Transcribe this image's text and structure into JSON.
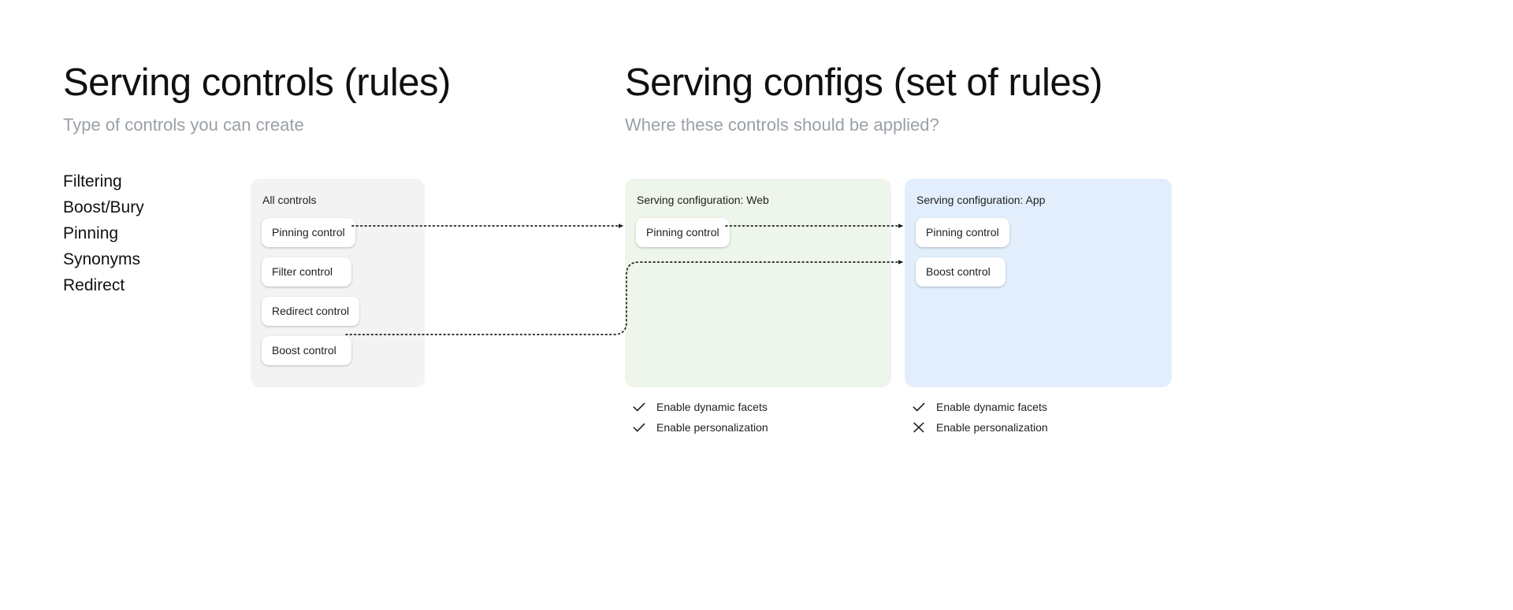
{
  "left_column": {
    "title": "Serving controls (rules)",
    "subtitle": "Type of controls you can create",
    "control_types": [
      {
        "label": "Filtering"
      },
      {
        "label": "Boost/Bury"
      },
      {
        "label": "Pinning"
      },
      {
        "label": "Synonyms"
      },
      {
        "label": "Redirect"
      }
    ]
  },
  "right_column": {
    "title": "Serving configs (set of rules)",
    "subtitle": "Where these controls should be applied?"
  },
  "panels": {
    "all_controls": {
      "title": "All controls",
      "background": "#f3f3f3",
      "chips": [
        {
          "label": "Pinning control"
        },
        {
          "label": "Filter control"
        },
        {
          "label": "Redirect control"
        },
        {
          "label": "Boost control"
        }
      ]
    },
    "web_config": {
      "title": "Serving configuration: Web",
      "background": "#eef5ea",
      "chips": [
        {
          "label": "Pinning control"
        }
      ],
      "options": [
        {
          "label": "Enable dynamic facets",
          "state": "check",
          "icon": "check-icon"
        },
        {
          "label": "Enable personalization",
          "state": "check",
          "icon": "check-icon"
        }
      ]
    },
    "app_config": {
      "title": "Serving configuration: App",
      "background": "#e2eefb",
      "chips": [
        {
          "label": "Pinning control"
        },
        {
          "label": "Boost control"
        }
      ],
      "options": [
        {
          "label": "Enable dynamic facets",
          "state": "check",
          "icon": "check-icon"
        },
        {
          "label": "Enable personalization",
          "state": "cross",
          "icon": "close-icon"
        }
      ]
    }
  },
  "connectors": {
    "stroke": "#1f1f1f",
    "style": "dotted",
    "flows": [
      {
        "from": "all_controls.Pinning control",
        "to": "web_config.Pinning control"
      },
      {
        "from": "web_config.Pinning control",
        "to": "app_config.Pinning control"
      },
      {
        "from": "all_controls.Boost control",
        "to": "app_config.Boost control"
      }
    ]
  }
}
